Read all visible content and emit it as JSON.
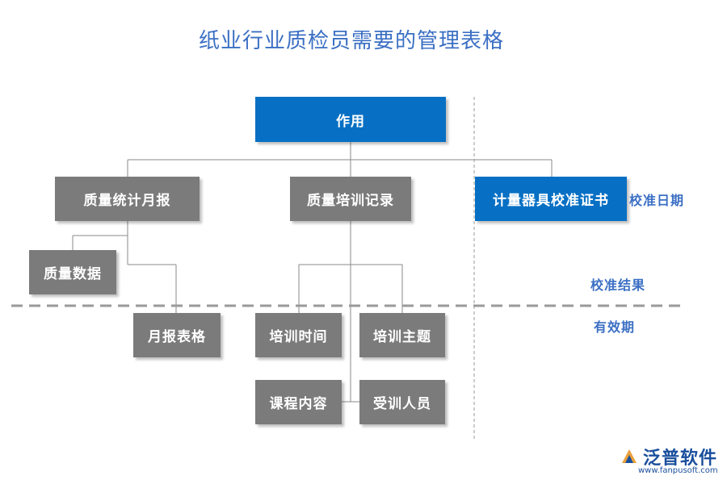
{
  "title": "纸业行业质检员需要的管理表格",
  "nodes": {
    "root": "作用",
    "quality_stats": "质量统计月报",
    "quality_data": "质量数据",
    "monthly_form": "月报表格",
    "training_record": "质量培训记录",
    "training_time": "培训时间",
    "training_topic": "培训主题",
    "course_content": "课程内容",
    "trainees": "受训人员",
    "calibration_cert": "计量器具校准证书"
  },
  "side_labels": {
    "calibration_date": "校准日期",
    "calibration_result": "校准结果",
    "validity": "有效期"
  },
  "watermark": {
    "brand": "泛普软件",
    "url": "www.fanpusoft.com"
  },
  "colors": {
    "title": "#3b6fc4",
    "gray_box": "#7b7b7b",
    "blue_box": "#0770c4",
    "side_label": "#3b6fc4"
  }
}
